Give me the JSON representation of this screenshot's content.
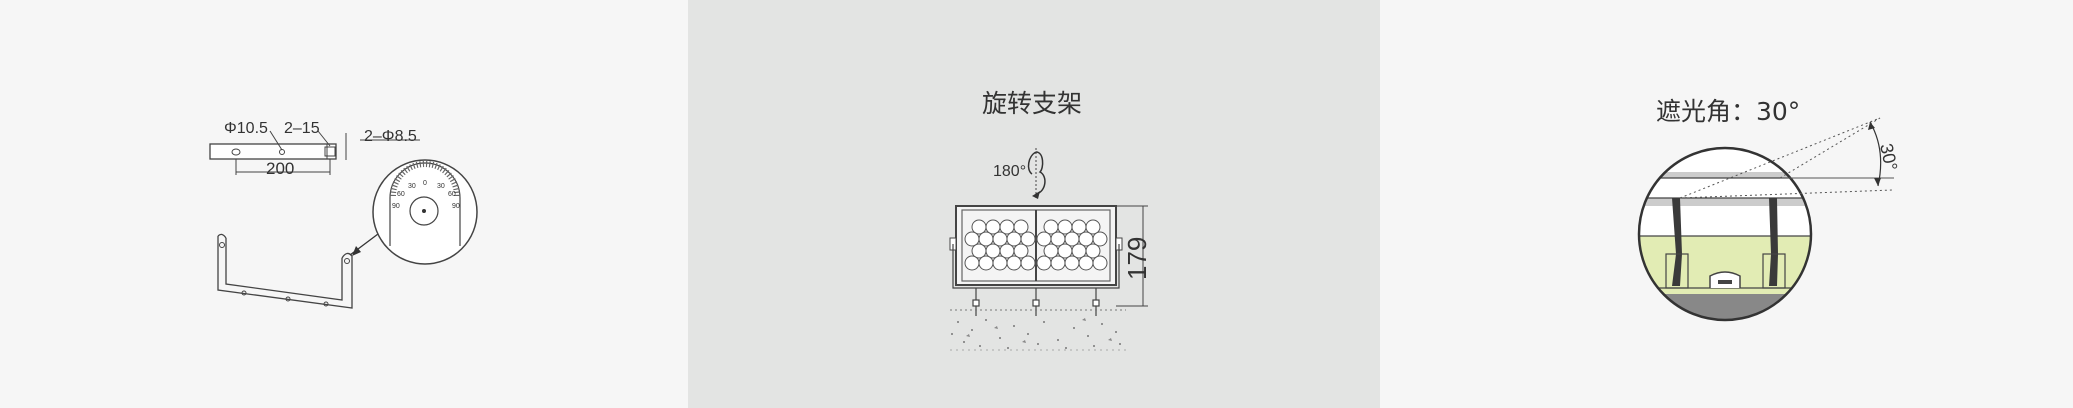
{
  "bracket_panel": {
    "label_hole_dia": "Φ10.5",
    "label_slots": "2–15",
    "label_mount_holes": "2–Φ8.5",
    "label_length": "200",
    "dial_ticks": [
      "90",
      "60",
      "30",
      "0",
      "30",
      "60",
      "90"
    ]
  },
  "rotation_panel": {
    "title": "旋转支架",
    "angle_label": "180°",
    "height_label": "179"
  },
  "shading_panel": {
    "title": "遮光角：30°",
    "angle_label": "30°"
  },
  "colors": {
    "panel_light": "#f6f6f6",
    "panel_gray": "#e3e4e3",
    "line": "#333333",
    "lens_green": "#e2ecb4"
  }
}
